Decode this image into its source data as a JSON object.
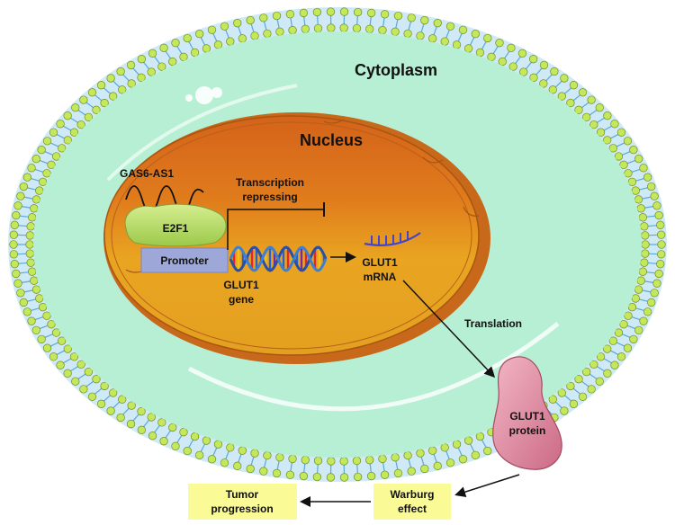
{
  "labels": {
    "cytoplasm": "Cytoplasm",
    "nucleus": "Nucleus",
    "lncrna": "GAS6-AS1",
    "tf": "E2F1",
    "transcription_line1": "Transcription",
    "transcription_line2": "repressing",
    "promoter": "Promoter",
    "gene_line1": "GLUT1",
    "gene_line2": "gene",
    "mrna_line1": "GLUT1",
    "mrna_line2": "mRNA",
    "translation": "Translation",
    "protein_line1": "GLUT1",
    "protein_line2": "protein",
    "warburg_line1": "Warburg",
    "warburg_line2": "effect",
    "tumor_line1": "Tumor",
    "tumor_line2": "progression"
  },
  "colors": {
    "membrane_head": "#c5e85a",
    "membrane_tail": "#5aa9d8",
    "cytoplasm_fill": "#b6efd4",
    "nucleus_top": "#d86a1a",
    "nucleus_bottom": "#e9a521",
    "e2f1_fill": "#b5d964",
    "promoter_fill": "#9ea8d8",
    "mrna_color": "#4444cc",
    "protein_fill": "#e08aa0",
    "box_fill": "#fafa96"
  },
  "icons": [
    "dna-helix-icon",
    "mrna-icon",
    "membrane-bilayer-icon",
    "protein-icon"
  ]
}
